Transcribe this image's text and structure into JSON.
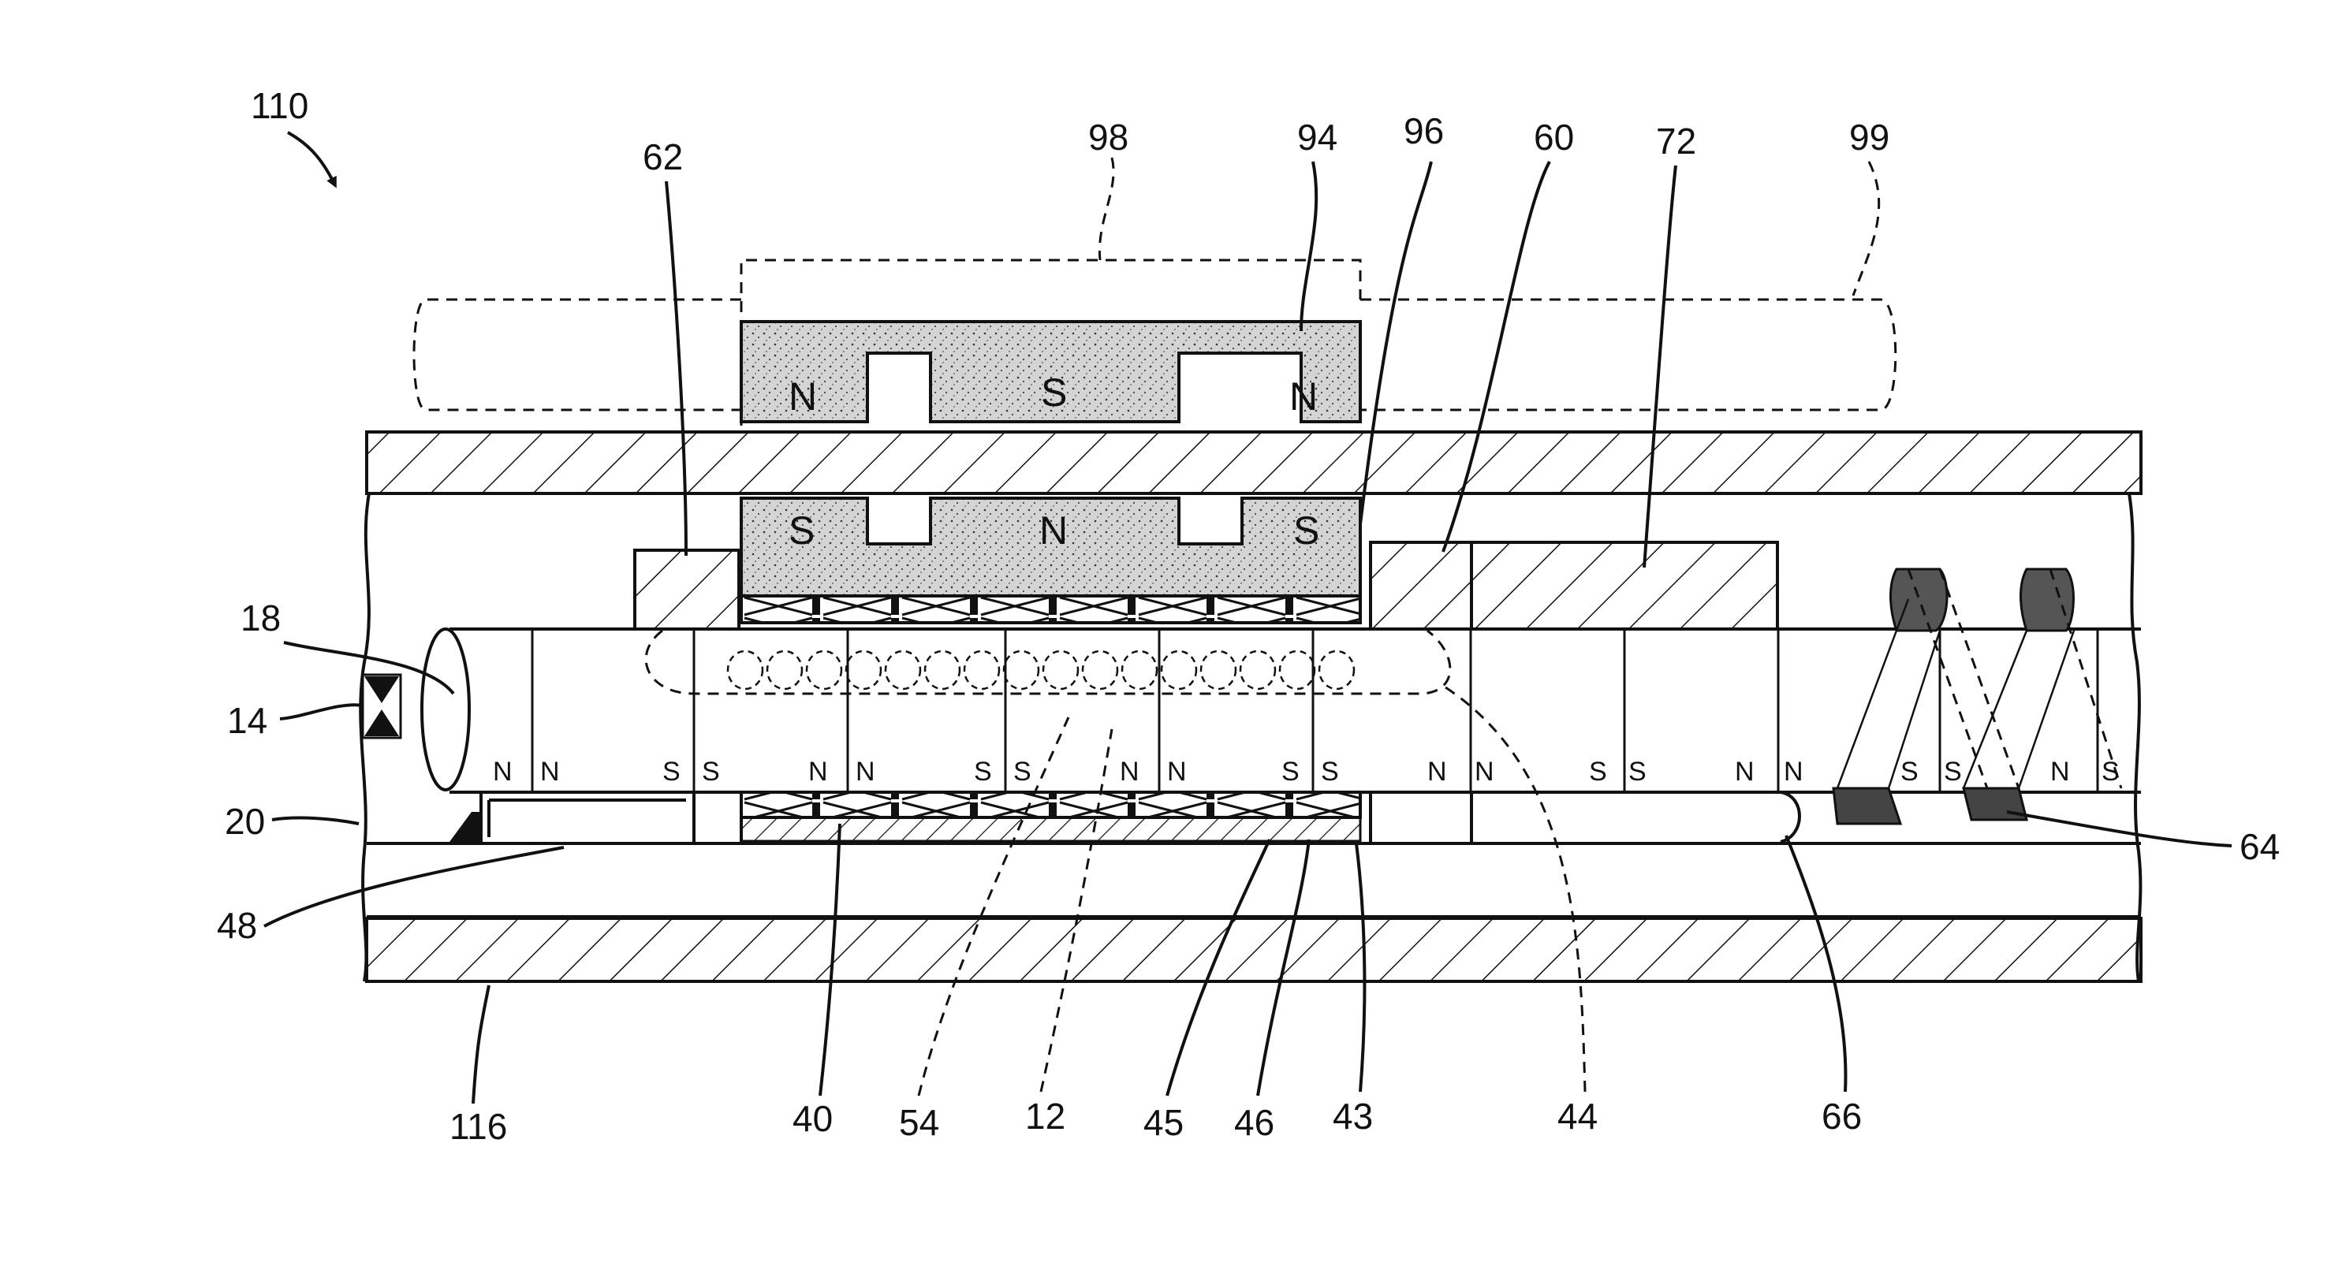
{
  "figure_number": "110",
  "reference_numerals": {
    "r98": "98",
    "r94": "94",
    "r96": "96",
    "r60": "60",
    "r72": "72",
    "r99": "99",
    "r62": "62",
    "r18": "18",
    "r14": "14",
    "r20": "20",
    "r48": "48",
    "r116": "116",
    "r40": "40",
    "r54": "54",
    "r12": "12",
    "r45": "45",
    "r46": "46",
    "r43": "43",
    "r44": "44",
    "r66": "66",
    "r64": "64"
  },
  "outer_magnet_poles": [
    "N",
    "S",
    "N"
  ],
  "inner_magnet_poles": [
    "S",
    "N",
    "S"
  ],
  "shaft_pole_labels": [
    "N",
    "N",
    "S",
    "S",
    "N",
    "N",
    "S",
    "S",
    "N",
    "N",
    "S",
    "S",
    "N",
    "N",
    "S",
    "S",
    "N",
    "N",
    "S",
    "S",
    "N",
    "S"
  ]
}
